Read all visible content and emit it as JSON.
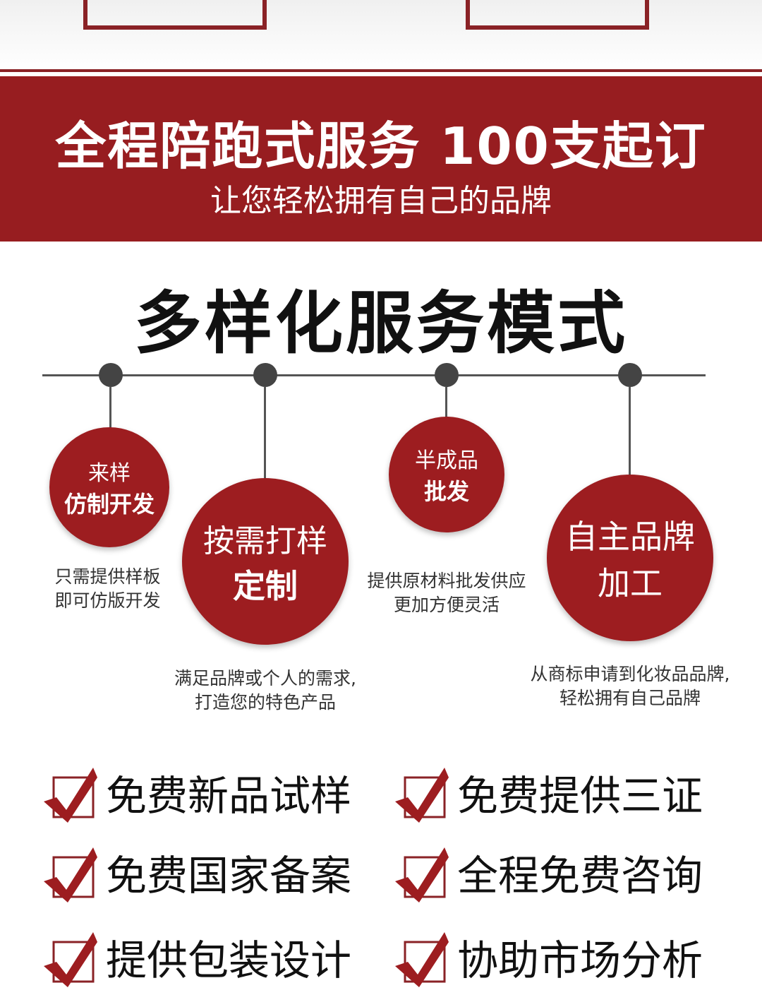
{
  "banner": {
    "title": "全程陪跑式服务 100支起订",
    "subtitle": "让您轻松拥有自己的品牌"
  },
  "heading": "多样化服务模式",
  "services": [
    {
      "line1": "来样",
      "line2": "仿制开发",
      "desc1": "只需提供样板",
      "desc2": "即可仿版开发"
    },
    {
      "line1": "按需打样",
      "line2": "定制",
      "desc1": "满足品牌或个人的需求,",
      "desc2": "打造您的特色产品"
    },
    {
      "line1": "半成品",
      "line2": "批发",
      "desc1": "提供原材料批发供应",
      "desc2": "更加方便灵活"
    },
    {
      "line1": "自主品牌",
      "line2": "加工",
      "desc1": "从商标申请到化妆品品牌,",
      "desc2": "轻松拥有自己品牌"
    }
  ],
  "checklist": [
    "免费新品试样",
    "免费提供三证",
    "免费国家备案",
    "全程免费咨询",
    "提供包装设计",
    "协助市场分析"
  ],
  "colors": {
    "brand_red": "#971d20"
  }
}
